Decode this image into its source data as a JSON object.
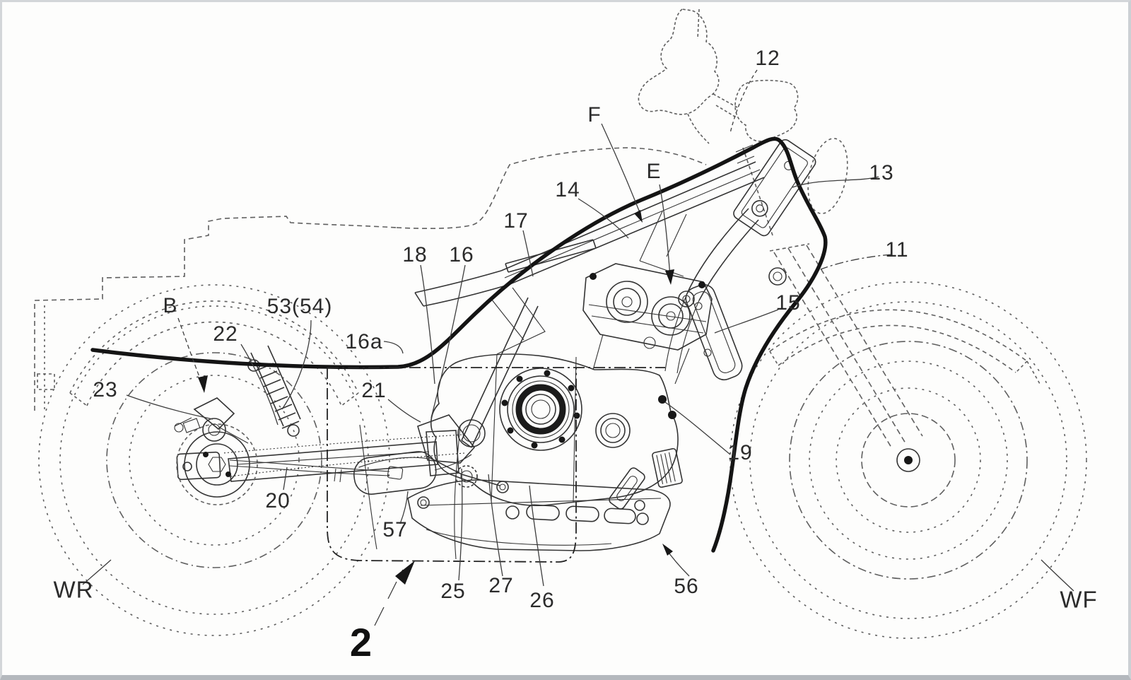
{
  "figure": {
    "drawing_number": "2",
    "wheel_rear_label": "WR",
    "wheel_front_label": "WF"
  },
  "colors": {
    "ink": "#343434",
    "bold_line": "#141414",
    "phantom_line": "#5f5f5f",
    "paper": "#fdfdfc"
  },
  "labels": [
    {
      "id": "12",
      "text": "12"
    },
    {
      "id": "F",
      "text": "F"
    },
    {
      "id": "E",
      "text": "E"
    },
    {
      "id": "14",
      "text": "14"
    },
    {
      "id": "13",
      "text": "13"
    },
    {
      "id": "17",
      "text": "17"
    },
    {
      "id": "18",
      "text": "18"
    },
    {
      "id": "16",
      "text": "16"
    },
    {
      "id": "11",
      "text": "11"
    },
    {
      "id": "15",
      "text": "15"
    },
    {
      "id": "B",
      "text": "B"
    },
    {
      "id": "53-54",
      "text": "53(54)"
    },
    {
      "id": "22",
      "text": "22"
    },
    {
      "id": "16a",
      "text": "16a"
    },
    {
      "id": "23",
      "text": "23"
    },
    {
      "id": "21",
      "text": "21"
    },
    {
      "id": "19",
      "text": "19"
    },
    {
      "id": "20",
      "text": "20"
    },
    {
      "id": "57",
      "text": "57"
    },
    {
      "id": "25",
      "text": "25"
    },
    {
      "id": "27",
      "text": "27"
    },
    {
      "id": "26",
      "text": "26"
    },
    {
      "id": "56",
      "text": "56"
    },
    {
      "id": "2",
      "text": "2"
    },
    {
      "id": "WR",
      "text": "WR"
    },
    {
      "id": "WF",
      "text": "WF"
    }
  ]
}
